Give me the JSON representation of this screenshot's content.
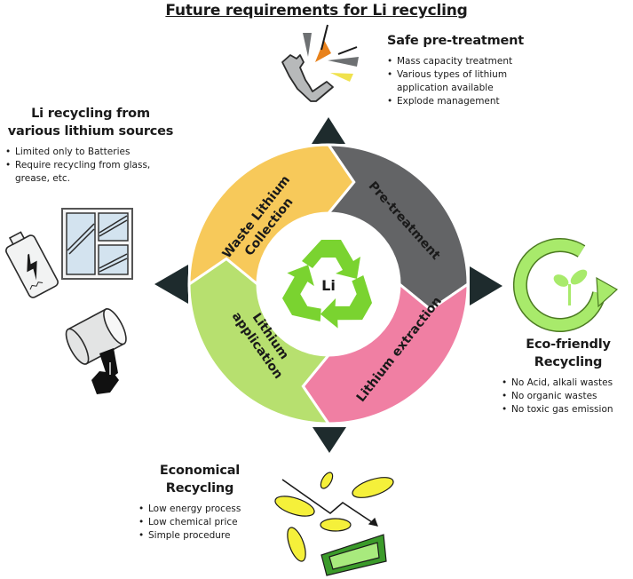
{
  "title": "Future requirements for Li recycling",
  "center_label": "Li",
  "colors": {
    "collection": "#f7c95a",
    "pretreatment": "#636466",
    "extraction": "#f07fa3",
    "application": "#b7e06f",
    "recycle_symbol": "#7ad330",
    "arrow": "#1e2b2d"
  },
  "cycle_segments": [
    {
      "id": "collection",
      "lines": [
        "Waste Lithium",
        "Collection"
      ]
    },
    {
      "id": "pretreatment",
      "lines": [
        "Pre-treatment"
      ]
    },
    {
      "id": "extraction",
      "lines": [
        "Lithium extraction"
      ]
    },
    {
      "id": "application",
      "lines": [
        "Lithium",
        "application"
      ]
    }
  ],
  "requirements": {
    "safe_pretreatment": {
      "heading": [
        "Safe pre-treatment"
      ],
      "bullets": [
        "Mass capacity treatment",
        "Various types of lithium",
        "application available",
        "Explode management"
      ],
      "icon": "exploding-battery-icon"
    },
    "various_sources": {
      "heading": [
        "Li recycling from",
        "various lithium sources"
      ],
      "bullets": [
        "Limited only to Batteries",
        "Require recycling from glass,",
        "grease, etc."
      ],
      "icon": "battery-glass-grease-icon"
    },
    "eco_friendly": {
      "heading": [
        "Eco-friendly",
        "Recycling"
      ],
      "bullets": [
        "No Acid, alkali wastes",
        "No organic wastes",
        "No toxic gas emission"
      ],
      "icon": "sprout-cycle-icon"
    },
    "economical": {
      "heading": [
        "Economical",
        "Recycling"
      ],
      "bullets": [
        "Low energy process",
        "Low chemical price",
        "Simple procedure"
      ],
      "icon": "coins-money-icon"
    }
  }
}
